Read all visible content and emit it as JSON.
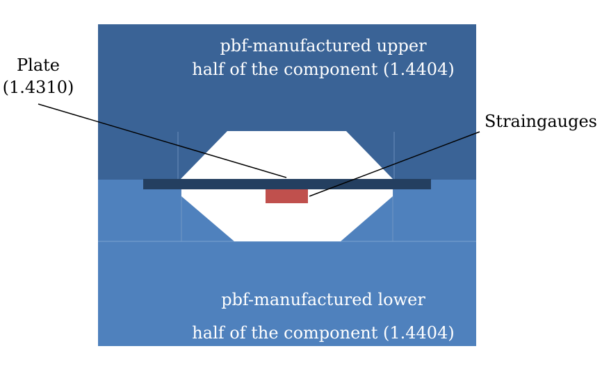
{
  "labels": {
    "upper_line1": "pbf-manufactured upper",
    "upper_line2": "half of the component (1.4404)",
    "lower_line1": "pbf-manufactured lower",
    "lower_line2": "half of the component (1.4404)",
    "plate_line1": "Plate",
    "plate_line2": "(1.4310)",
    "straingauges": "Straingauges"
  },
  "colors": {
    "upper_half": "#3a6396",
    "lower_half": "#4f81bd",
    "plate": "#243f60",
    "straingauge": "#c0504d",
    "cavity": "#ffffff",
    "label_on_part": "#ffffff",
    "label_outside": "#000000",
    "leader_line": "#000000",
    "seam": "#9eb6d6"
  }
}
